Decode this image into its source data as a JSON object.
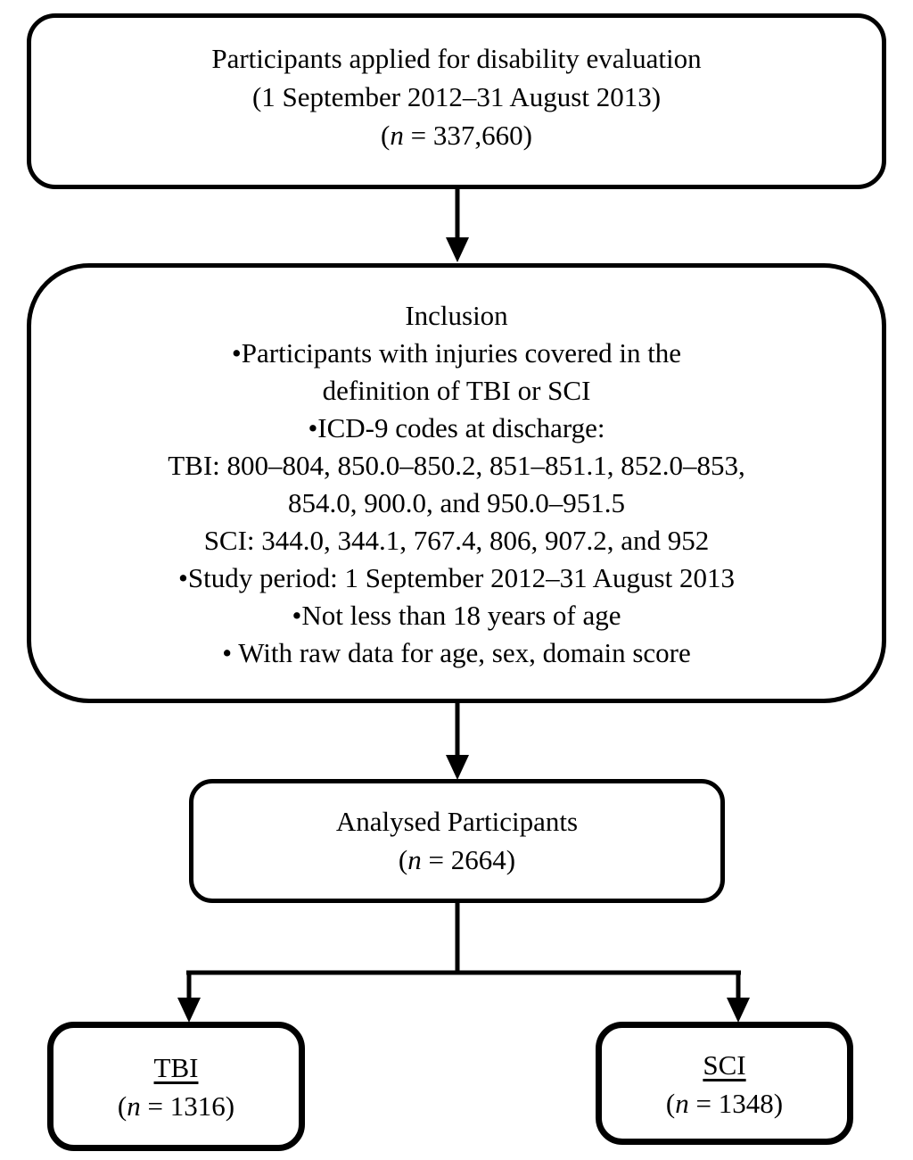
{
  "colors": {
    "line": "#000000",
    "text": "#000000",
    "background": "#ffffff"
  },
  "boxes": {
    "applied": {
      "lines": [
        "Participants applied for disability evaluation",
        "(1 September 2012–31 August 2013)"
      ],
      "count": {
        "open": "(",
        "var": "n",
        "rest": " = 337,660)"
      }
    },
    "inclusion": {
      "title": "Inclusion",
      "lines": [
        "•Participants with injuries covered in the",
        "definition of TBI or SCI",
        "•ICD-9 codes at discharge:",
        "TBI: 800–804, 850.0–850.2, 851–851.1, 852.0–853,",
        "854.0, 900.0, and 950.0–951.5",
        "SCI: 344.0, 344.1, 767.4, 806, 907.2, and 952",
        "•Study period: 1 September 2012–31 August 2013",
        "•Not less than 18 years of age",
        "• With raw data for age, sex, domain score"
      ]
    },
    "analysed": {
      "title": "Analysed Participants",
      "count": {
        "open": "(",
        "var": "n",
        "rest": " = 2664)"
      }
    },
    "tbi": {
      "title": "TBI",
      "count": {
        "open": "(",
        "var": "n",
        "rest": " = 1316)"
      }
    },
    "sci": {
      "title": "SCI",
      "count": {
        "open": "(",
        "var": "n",
        "rest": " = 1348)"
      }
    }
  }
}
